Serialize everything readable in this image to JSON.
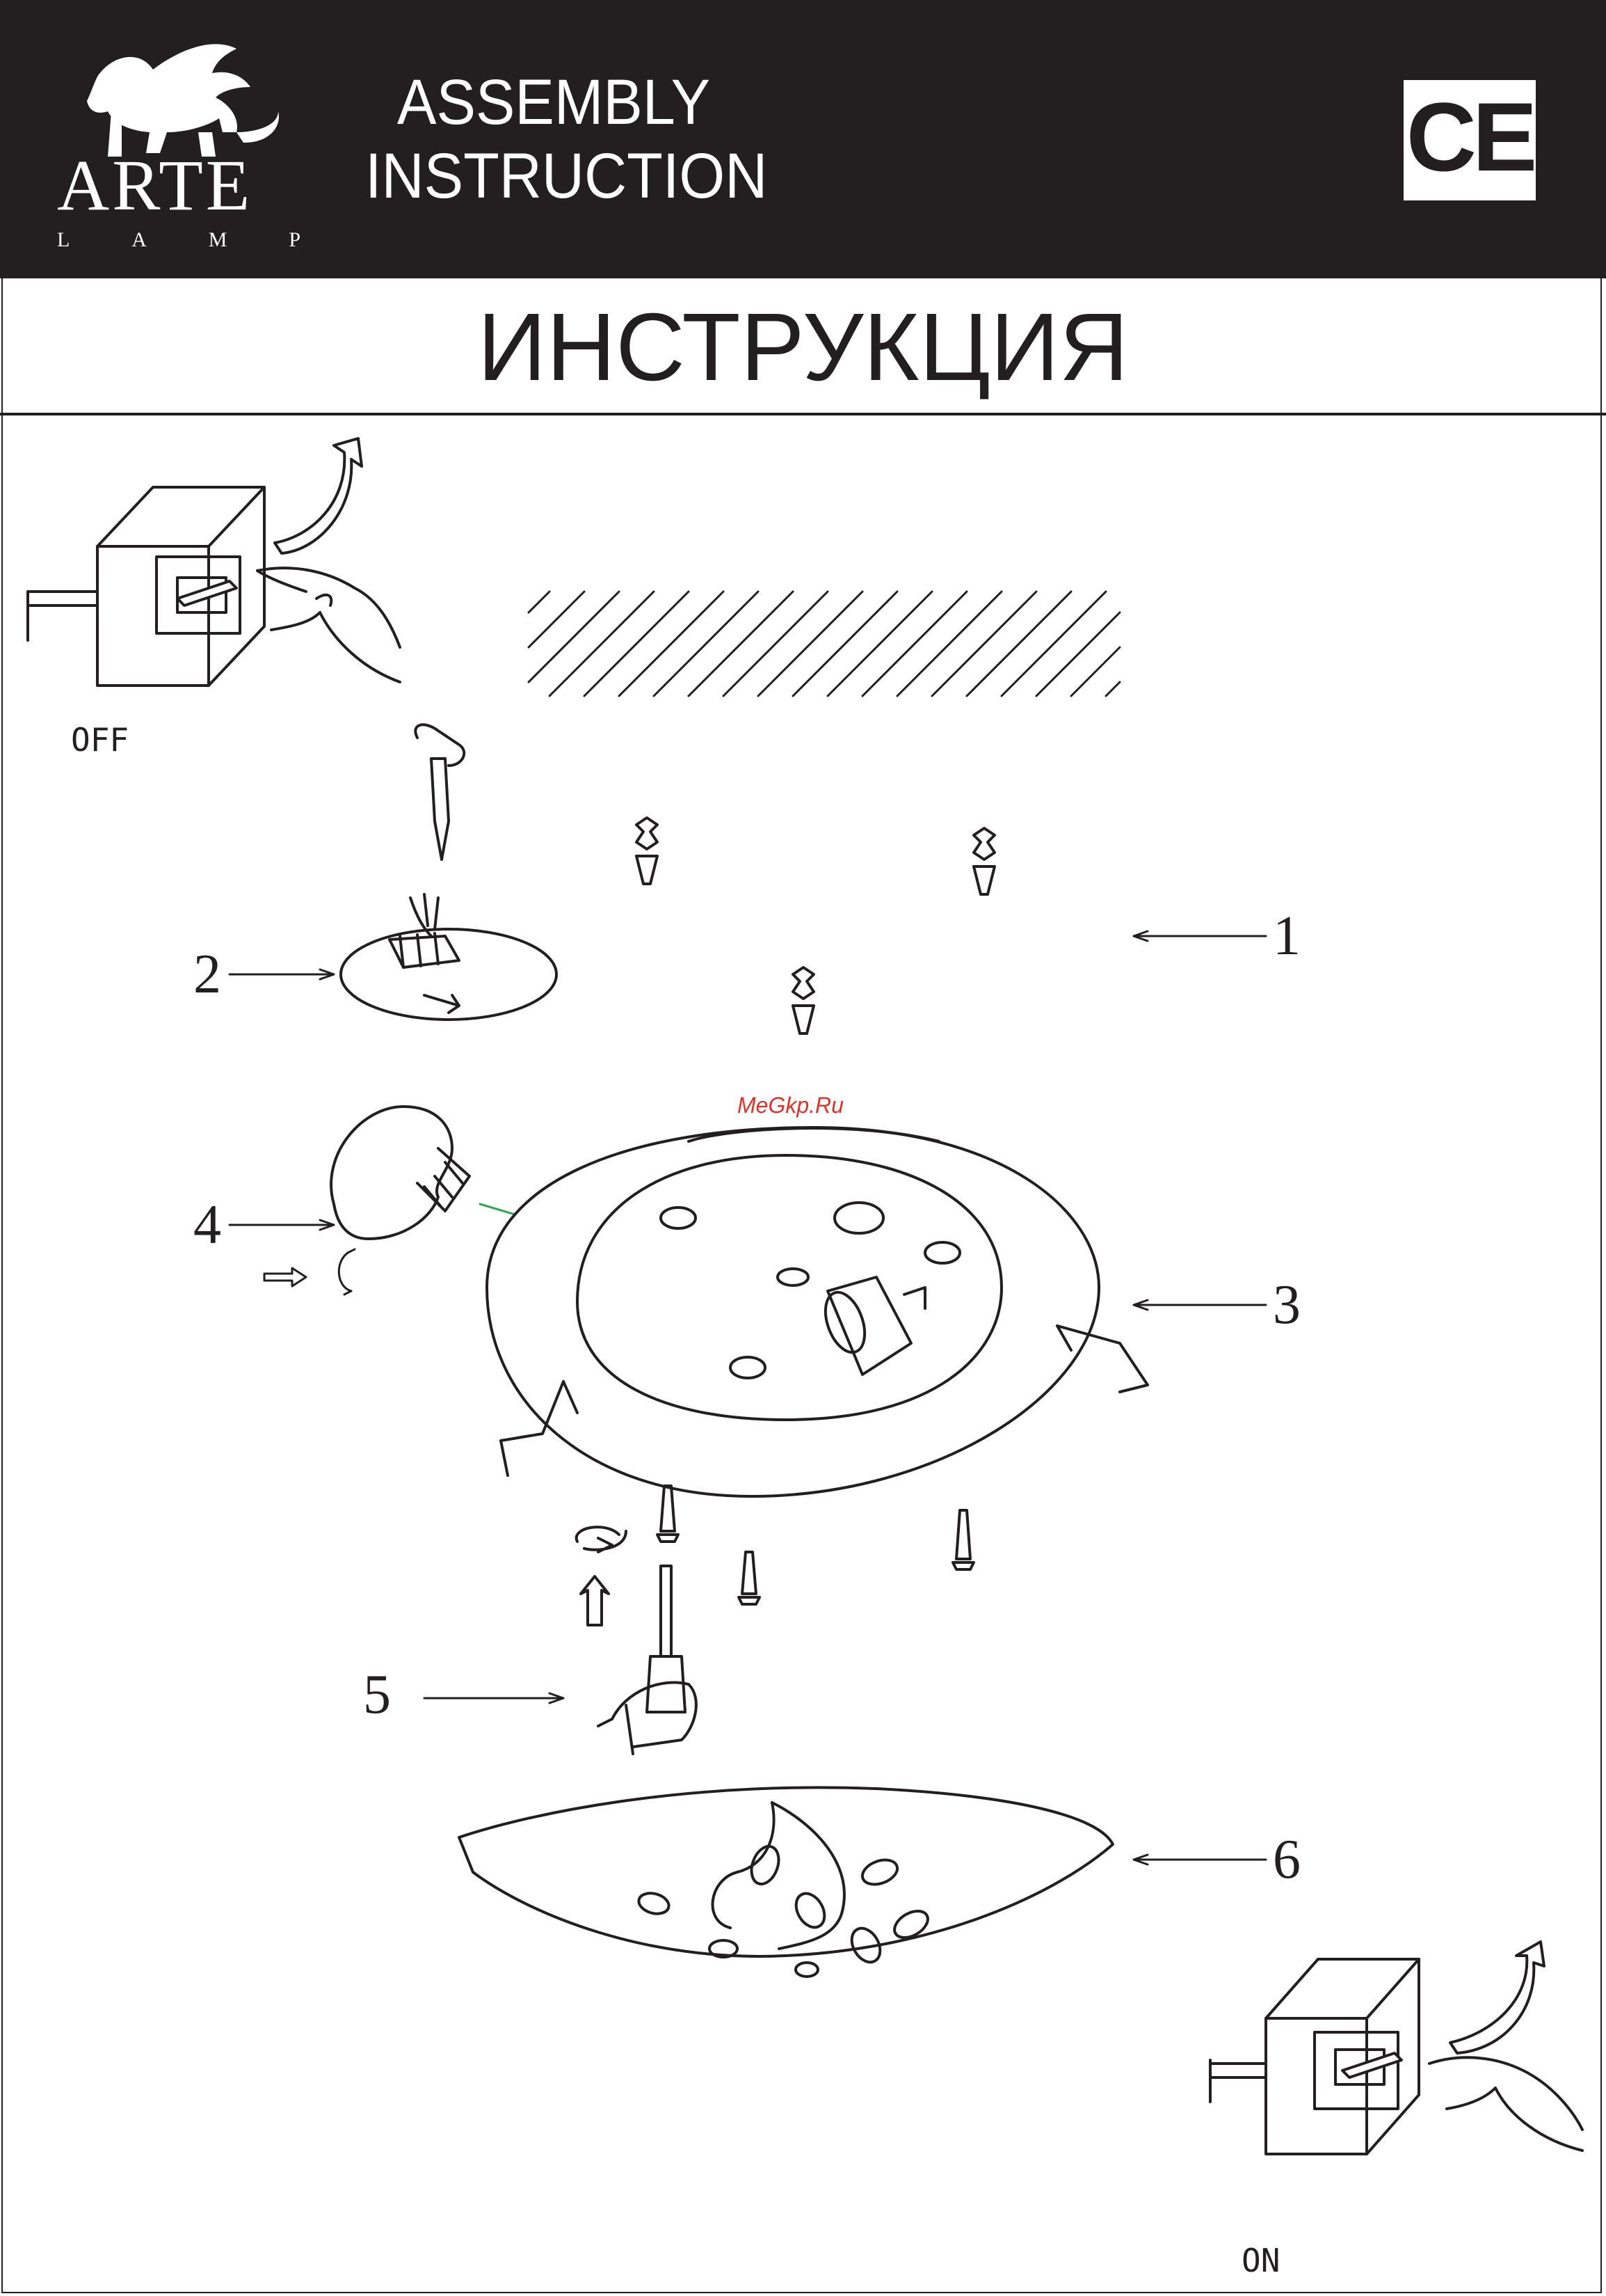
{
  "header": {
    "brand": "ARTE",
    "brand_sub": [
      "L",
      "A",
      "M",
      "P"
    ],
    "title_line1": "ASSEMBLY",
    "title_line2": "INSTRUCTION",
    "cert_mark": "CE",
    "background_color": "#231f20"
  },
  "title_ru": "ИНСТРУКЦИЯ",
  "switch_labels": {
    "off": "OFF",
    "on": "ON"
  },
  "callouts": [
    "1",
    "2",
    "3",
    "4",
    "5",
    "6"
  ],
  "watermark": "MeGkp.Ru",
  "colors": {
    "ink": "#231f20",
    "guide_line": "#2fa84f",
    "watermark": "#d9342b"
  }
}
